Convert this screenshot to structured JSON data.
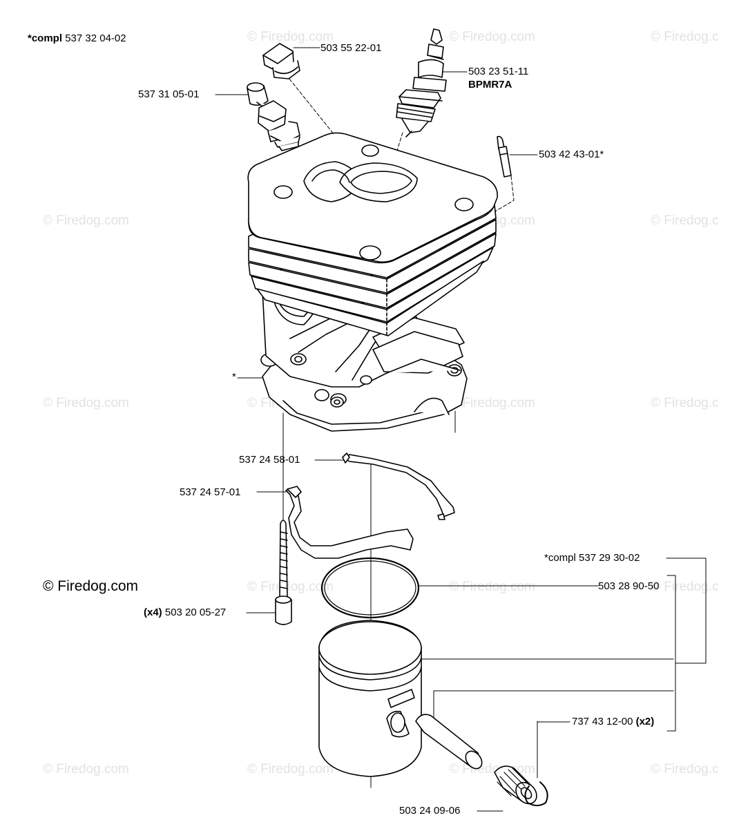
{
  "watermark": {
    "text": "© Firedog.com",
    "text_cut": "© Firedog.c",
    "main_text": "© Firedog.com"
  },
  "labels": {
    "cyl_compl_prefix": "*compl",
    "cyl_compl_num": "537 32 04-02",
    "plug_cap": "503 55 22-01",
    "decomp": "537 31 05-01",
    "spark_plug": "503 23 51-11",
    "spark_plug_type": "BPMR7A",
    "nipple": "503 42 43-01*",
    "star": "*",
    "gasket_upper": "537 24 58-01",
    "gasket_lower": "537 24 57-01",
    "bolt_qty": "(x4)",
    "bolt": "503 20 05-27",
    "piston_compl": "*compl 537 29 30-02",
    "ring": "503 28 90-50",
    "circlip": "737 43 12-00",
    "circlip_qty": "(x2)",
    "bearing": "503 24 09-06"
  }
}
